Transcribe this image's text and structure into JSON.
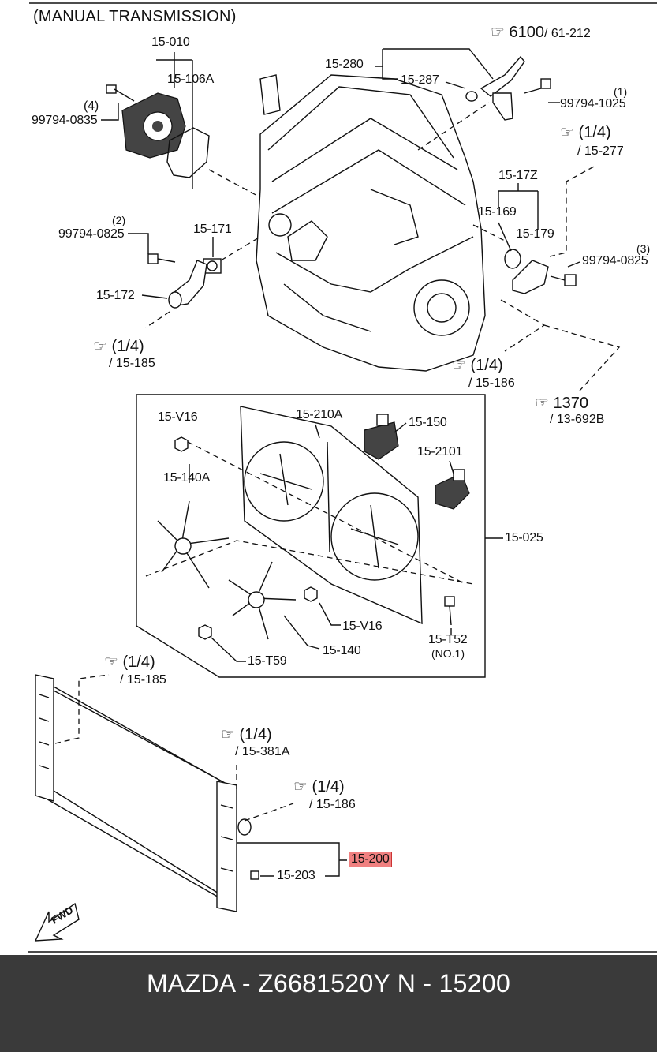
{
  "title": "(MANUAL TRANSMISSION)",
  "part_labels": {
    "p15_010": "15-010",
    "p15_106A": "15-106A",
    "p99794_0835": "99794-0835",
    "q4": "(4)",
    "p15_280": "15-280",
    "p15_287": "15-287",
    "p99794_1025": "99794-1025",
    "q1": "(1)",
    "p15_17Z": "15-17Z",
    "p15_169": "15-169",
    "p15_179": "15-179",
    "p99794_0825a": "99794-0825",
    "q3": "(3)",
    "p99794_0825b": "99794-0825",
    "q2": "(2)",
    "p15_171": "15-171",
    "p15_172": "15-172",
    "p15_V16a": "15-V16",
    "p15_210A": "15-210A",
    "p15_150": "15-150",
    "p15_2101": "15-2101",
    "p15_140A": "15-140A",
    "p15_025": "15-025",
    "p15_V16b": "15-V16",
    "p15_T52": "15-T52",
    "no1": "(NO.1)",
    "p15_T59": "15-T59",
    "p15_140": "15-140",
    "p15_203": "15-203",
    "p15_200": "15-200"
  },
  "refs": {
    "r6100": {
      "num": "6100",
      "sub": "/ 61-212"
    },
    "r277": {
      "num": "(1/4)",
      "sub": "/ 15-277"
    },
    "r185a": {
      "num": "(1/4)",
      "sub": "/ 15-185"
    },
    "r186a": {
      "num": "(1/4)",
      "sub": "/ 15-186"
    },
    "r1370": {
      "num": "1370",
      "sub": "/ 13-692B"
    },
    "r185b": {
      "num": "(1/4)",
      "sub": "/ 15-185"
    },
    "r381A": {
      "num": "(1/4)",
      "sub": "/ 15-381A"
    },
    "r186b": {
      "num": "(1/4)",
      "sub": "/ 15-186"
    }
  },
  "fwd": "FWD",
  "footer": "MAZDA - Z6681520Y   N - 15200",
  "colors": {
    "highlight": "#f08080",
    "footer_bg": "#3a3a3a",
    "footer_text": "#ffffff"
  },
  "icons": [
    "pointing-hand-icon",
    "fwd-arrow-icon"
  ]
}
